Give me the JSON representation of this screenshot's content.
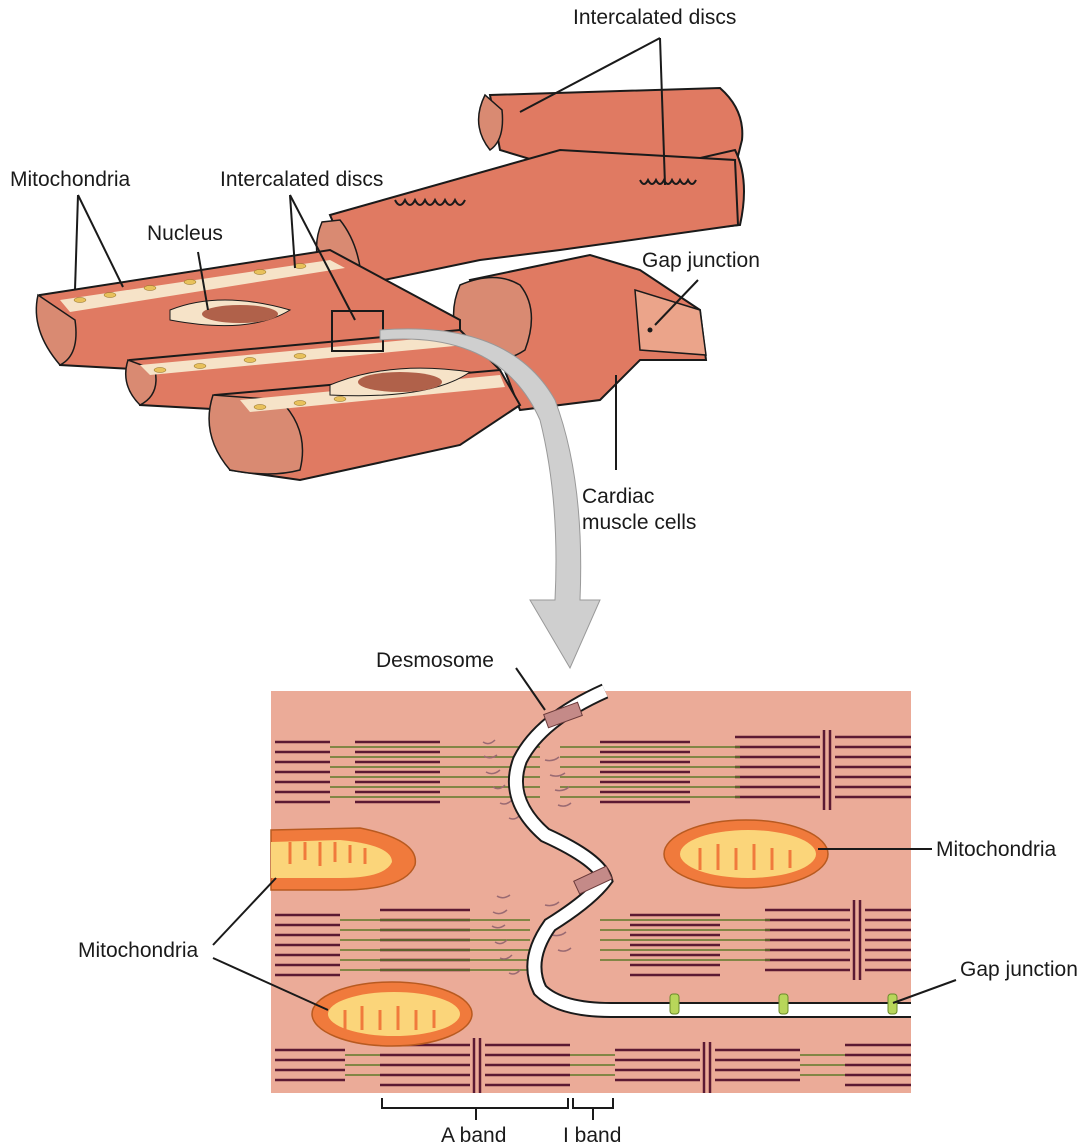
{
  "labels": {
    "intercalated_discs_top": "Intercalated discs",
    "mitochondria_top": "Mitochondria",
    "intercalated_discs_mid": "Intercalated discs",
    "nucleus": "Nucleus",
    "gap_junction_top": "Gap junction",
    "cardiac_line1": "Cardiac",
    "cardiac_line2": "muscle cells",
    "desmosome": "Desmosome",
    "mitochondria_right": "Mitochondria",
    "mitochondria_left": "Mitochondria",
    "gap_junction_bottom": "Gap junction",
    "a_band": "A band",
    "i_band": "I band"
  },
  "colors": {
    "muscle": "#e07a62",
    "muscle_dark": "#c9624c",
    "muscle_end": "#d98a72",
    "cytoplasm": "#ebab98",
    "nucleus": "#b0614a",
    "mito_outer": "#f07a3c",
    "mito_inner": "#fbd57a",
    "thick_filament": "#5c1a33",
    "thin_filament": "#5f7a2a",
    "desmosome": "#9a6a72",
    "gap_junction": "#b8d65a",
    "arrow": "#cfcfcf"
  }
}
